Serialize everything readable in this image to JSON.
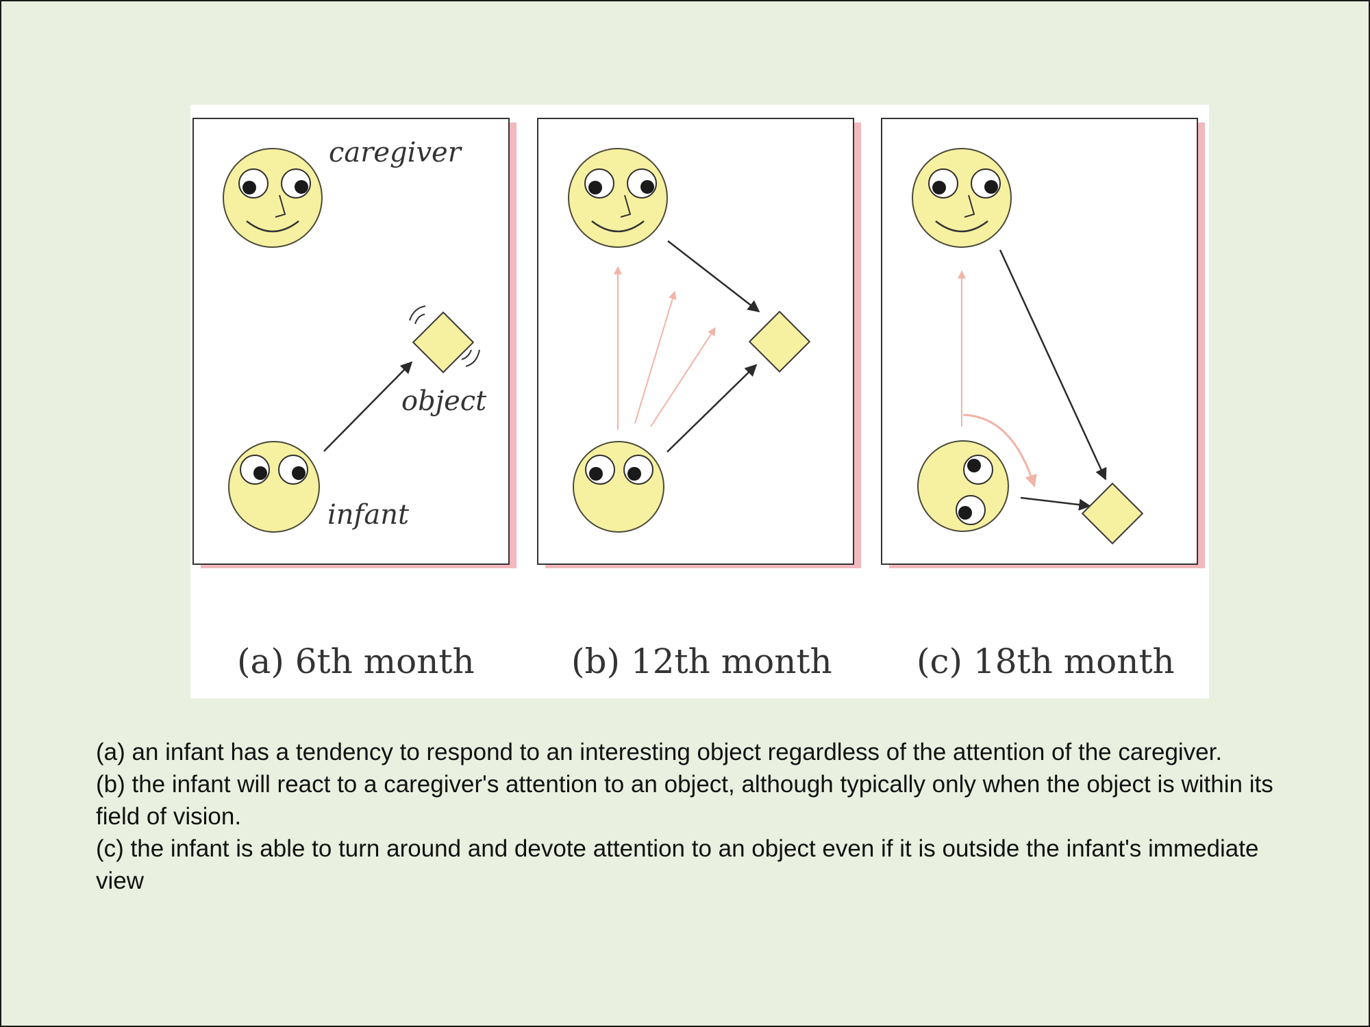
{
  "figure": {
    "labels": {
      "caregiver": "caregiver",
      "object": "object",
      "infant": "infant"
    },
    "panels": [
      {
        "id": "a",
        "label": "(a) 6th month"
      },
      {
        "id": "b",
        "label": "(b) 12th month"
      },
      {
        "id": "c",
        "label": "(c) 18th month"
      }
    ],
    "colors": {
      "face": "#f6f0a1",
      "face_stroke": "#4a4a3a",
      "gaze_arrow": "#2b2b2b",
      "faint_arrow": "#f2b3a8",
      "panel_shadow": "#f2b8bd",
      "background": "#e9f0df"
    }
  },
  "caption": {
    "lines": [
      "(a) an infant has a tendency to respond to an interesting object regardless of the attention of the caregiver.",
      "(b) the infant will react to a caregiver's attention to an object, although typically only when the object is within its field of vision.",
      "(c) the infant is able to turn around and devote attention to an object even if it is outside the infant's immediate view"
    ]
  }
}
